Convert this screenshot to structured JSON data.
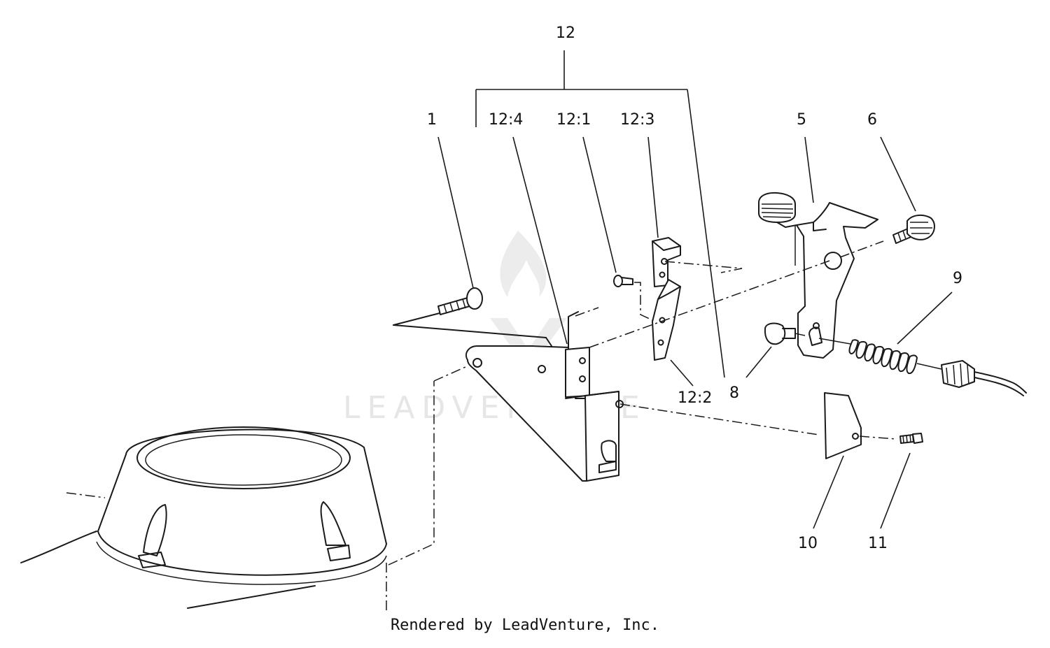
{
  "callouts": {
    "c12": "12",
    "c1": "1",
    "c12_4": "12:4",
    "c12_1": "12:1",
    "c12_3": "12:3",
    "c5": "5",
    "c6": "6",
    "c9": "9",
    "c8": "8",
    "c12_2": "12:2",
    "c10": "10",
    "c11": "11"
  },
  "watermark": "LEADVENTURE",
  "footer": "Rendered by LeadVenture, Inc."
}
